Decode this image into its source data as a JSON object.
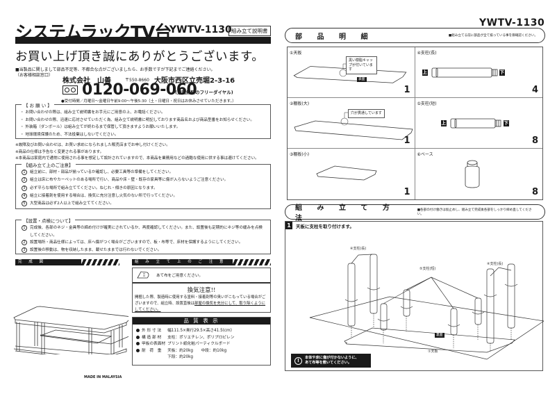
{
  "header": {
    "title": "システムラックTV台",
    "model": "YWTV-1130",
    "badge": "組み立て説明書",
    "thanks": "お買い上げ頂き誠にありがとうございます。",
    "notice": "■当製品に関しまして部品不足等、不都合な点がございましたら、お手数ですが下記までご連絡ください。",
    "contact_label": "（お客様相談窓口）",
    "company": "株式会社　山善",
    "postal": "〒550-8660",
    "address": "大阪市西区立売堀2-3-16",
    "phone": "0120-069-060",
    "phone_note": "(通話無料のフリーダイヤル)",
    "hours": "●受付時間／月曜日～金曜日午前9:00～午後5:30（土・日曜日・祝日はお休みさせていただきます。）"
  },
  "requests": {
    "label": "【 お 願 い 】",
    "items": [
      "・ お問い合わせの際は、組み立て説明書をお手元にご用意の上、お電話ください。",
      "・ お問い合わせの際、迅速に応対させていただく為、組み立て説明書に明記しております商品名および商品型番をお知らせください。",
      "・ 外装箱（ダンボール）は組み立てが終わるまで保管して頂きますようお願いいたします。",
      "・ 地球環境保護のため、不法投棄はしないでください。"
    ]
  },
  "notes": [
    "※故障及びお問い合わせは、お買い求めになられました販売店までお申し付けください。",
    "※商品の仕様は予告なく変更される事があります。",
    "※本商品は家庭内で通常に使用される事を想定して設計されていますので、本商品を業務用などの過酷な使用に供する事は避けてください。"
  ],
  "assembly_cautions": {
    "label": "【組み立て上のご注意】",
    "items": [
      {
        "num": "1",
        "text": "組立前に、部材・部品が揃っているか確認し、必要工具等の準備をしてください。"
      },
      {
        "num": "2",
        "text": "組立は床に布やカーペットのある場所で行い、商品や床・壁・既存の家具等に傷が入らないようご注意ください。"
      },
      {
        "num": "3",
        "text": "必ず平らな場所で組み立ててください。ねじれ・傾きの原因となります。"
      },
      {
        "num": "4",
        "text": "組立に接着剤を使用する場合は、換気に充分注意し火気のない所で行ってください。"
      },
      {
        "num": "5",
        "text": "大型商品は必ず2人以上で組み立ててください。"
      }
    ]
  },
  "installation": {
    "label": "【設置・点検について】",
    "items": [
      {
        "num": "1",
        "text": "完成後、各部のネジ・金具等の締め付けが確実にされているか、再度確認してください。また、設置後も定期的にネジ等の緩みを点検してください。"
      },
      {
        "num": "2",
        "text": "設置場所・商品仕様によっては、床へ傷がつく場合がございますので、板・布等で、床材を保護するようにしてください。"
      },
      {
        "num": "3",
        "text": "設置後の移動は、物を収納したまま、載せたままでは行わないでください。"
      }
    ]
  },
  "complete_section": {
    "title": "完 成 図",
    "made_in": "MADE IN MALAYSIA"
  },
  "caution_section": {
    "title": "組 み 立 て 上 の ご 注 意",
    "cloth_text": "あて布をご用意ください。",
    "vent_title": "換気注意!!",
    "vent_text_plain": "開梱した際、製造時に使用する塗料・接着剤等の臭いがこもっている場合がございますので、組立時、設置直後は",
    "vent_text_underlined": "部屋の換気を充分にして、取り除くようにしてください。"
  },
  "quality": {
    "title": "品 質 表 示",
    "rows": [
      {
        "label": "外 形 寸 法",
        "value": "幅111.5×奥行29.5×高さ41.5(cm)"
      },
      {
        "label": "構 造 部 材",
        "value": "支柱：ポリエチレン、ポリプロピレン"
      },
      {
        "label": "甲板の表面材",
        "value": "プリント紙化粧パーティクルボード"
      },
      {
        "label": "耐　荷　重",
        "value": "天板：約20kg　　中段：約10kg"
      },
      {
        "label": "",
        "value": "下段：約20kg"
      }
    ]
  },
  "parts": {
    "model": "YWTV-1130",
    "title": "部 品 明 細",
    "note": "■組み立てる前に部品が全て揃っている事を御確認ください。",
    "items": [
      {
        "label": "①天板",
        "qty": "1",
        "callout": "黒い樹脂キャップが付いています",
        "surface_tag": "表面"
      },
      {
        "label": "④支柱(長)",
        "qty": "4",
        "top_tag": "上",
        "bottom_tag": "下"
      },
      {
        "label": "②棚板(大)",
        "qty": "1",
        "callout": "穴が貫通しています"
      },
      {
        "label": "⑤支柱(短)",
        "qty": "8",
        "top_tag": "上",
        "bottom_tag": "下"
      },
      {
        "label": "③棚板(小)",
        "qty": "1"
      },
      {
        "label": "⑥ベース",
        "qty": "8"
      }
    ]
  },
  "assembly": {
    "title": "組 み 立 て 方 法",
    "note": "■各部の付け働きは仮止めし、組み立て完成後各部をしっかり締め直してください。",
    "step": {
      "number": "1",
      "text": "天板に支柱を取り付けます。",
      "label_long_left": "④支柱(長)",
      "label_short": "⑤支柱(短)",
      "label_long_right": "④支柱(長)",
      "label_board": "①天板",
      "back_tag": "裏面",
      "warning": "本体や床に傷が付かないように、あて布等を敷いてください。",
      "warning_line1": "本体や床に傷が付かないように、",
      "warning_line2": "あて布等を敷いてください。"
    }
  }
}
